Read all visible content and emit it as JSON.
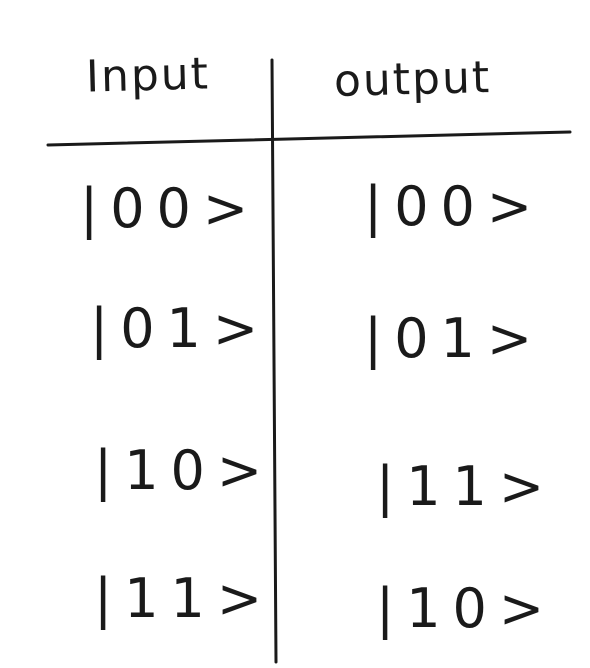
{
  "table": {
    "headers": {
      "input": "Input",
      "output": "output"
    },
    "rows": [
      {
        "input": "|00>",
        "output": "|00>"
      },
      {
        "input": "|01>",
        "output": "|01>"
      },
      {
        "input": "|10>",
        "output": "|11>"
      },
      {
        "input": "|11>",
        "output": "|10>"
      }
    ]
  },
  "style": {
    "ink_color": "#1a1a1a",
    "background": "#ffffff"
  }
}
